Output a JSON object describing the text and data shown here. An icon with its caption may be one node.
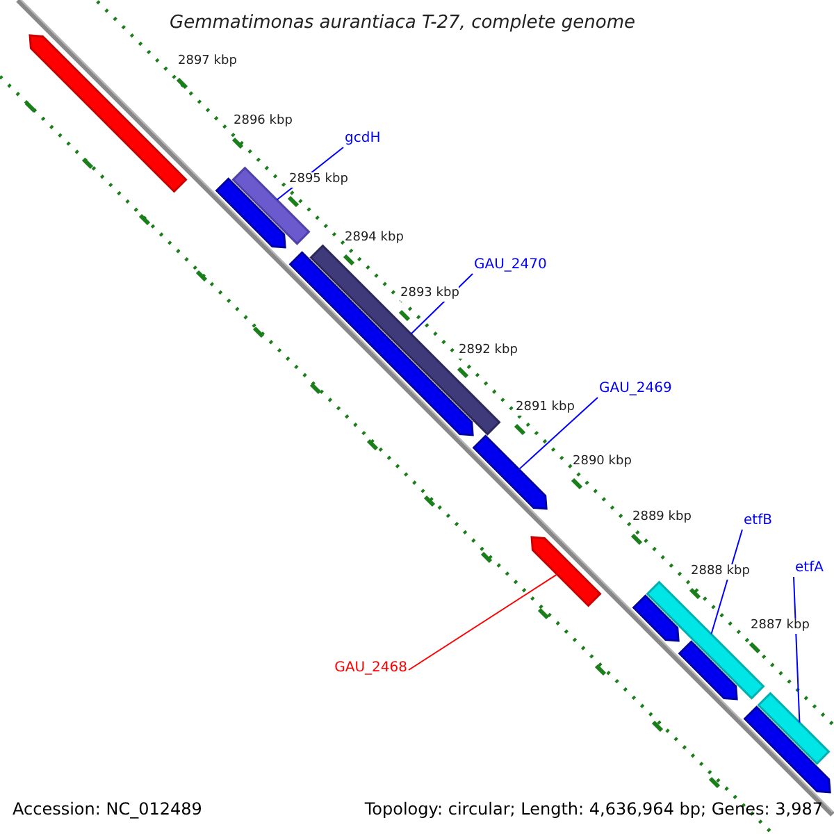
{
  "diagram": {
    "title": "Gemmatimonas aurantiaca T-27, complete genome",
    "nodes": [
      {
        "text": [],
        "shape": "arrow"
      },
      {
        "text": [
          "gcdH"
        ]
      },
      {
        "text": [],
        "shape": "bar"
      },
      {
        "text": [],
        "shape": "arrow"
      },
      {
        "text": [],
        "shape": "bar"
      },
      {
        "text": [
          "GAU_2470"
        ]
      },
      {
        "text": [],
        "shape": "arrow"
      },
      {
        "text": [
          "GAU_2469"
        ]
      },
      {
        "text": [],
        "shape": "arrow"
      },
      {
        "text": [],
        "shape": "arrow"
      },
      {
        "text": [
          "GAU_2468"
        ]
      },
      {
        "text": [
          "etfB"
        ]
      },
      {
        "text": [],
        "shape": "bar"
      },
      {
        "text": [],
        "shape": "arrow"
      },
      {
        "text": [
          "etfA"
        ]
      },
      {
        "text": [],
        "shape": "bar"
      },
      {
        "text": [],
        "shape": "arrow"
      },
      {
        "text": [],
        "shape": "arrow"
      }
    ],
    "edges": [
      {
        "from": 1,
        "to": 2,
        "arrow": "none"
      },
      {
        "from": 5,
        "to": 4,
        "arrow": "none"
      },
      {
        "from": 7,
        "to": 8,
        "arrow": "none"
      },
      {
        "from": 10,
        "to": 9,
        "arrow": "none",
        "color": "#ff0000"
      },
      {
        "from": 11,
        "to": 12,
        "arrow": "none"
      },
      {
        "from": 14,
        "to": 15,
        "arrow": "none"
      }
    ],
    "labels": [
      "2897 kbp",
      "2896 kbp",
      "2895 kbp",
      "2894 kbp",
      "2893 kbp",
      "2892 kbp",
      "2891 kbp",
      "2890 kbp",
      "2889 kbp",
      "2888 kbp",
      "2887 kbp",
      "Accession: NC_012489",
      "Topology: circular; Length: 4,636,964 bp; Genes: 3,987"
    ]
  }
}
